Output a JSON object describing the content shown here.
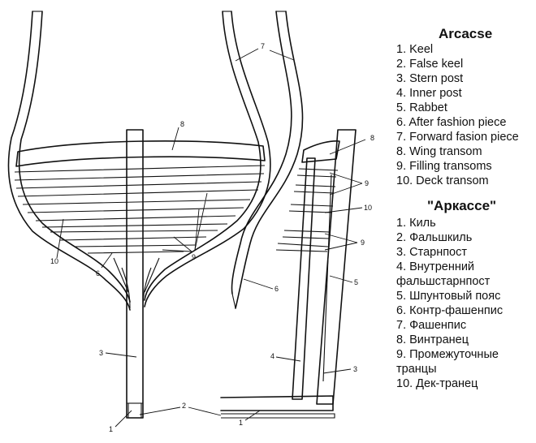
{
  "legend_en": {
    "title": "Arcacse",
    "items": [
      "1. Keel",
      "2. False keel",
      "3. Stern post",
      "4. Inner post",
      "5. Rabbet",
      "6. After fashion piece",
      "7. Forward fasion piece",
      "8. Wing transom",
      "9. Filling transoms",
      "10. Deck transom"
    ]
  },
  "legend_ru": {
    "title": "\"Аркассе\"",
    "items": [
      "1. Киль",
      "2. Фальшкиль",
      "3. Старнпост",
      "4. Внутренний фальшстарнпост",
      "5. Шпунтовый пояс",
      "6. Контр-фашенпис",
      "7. Фашенпис",
      "8. Винтранец",
      "9. Промежуточные транцы",
      "10. Дек-транец"
    ]
  },
  "callouts": {
    "n1": "1",
    "n2": "2",
    "n3": "3",
    "n4": "4",
    "n5": "5",
    "n6": "6",
    "n7": "7",
    "n8": "8",
    "n9": "9",
    "n10": "10"
  }
}
